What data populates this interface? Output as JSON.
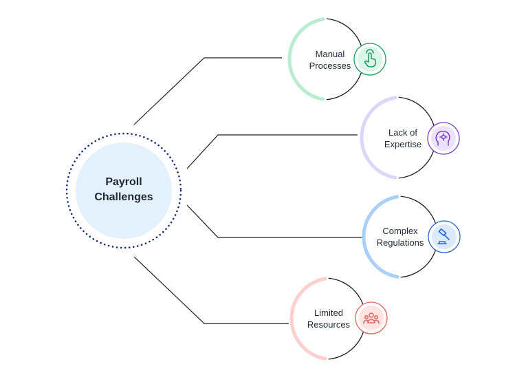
{
  "center": {
    "line1": "Payroll",
    "line2": "Challenges"
  },
  "challenges": [
    {
      "line1": "Manual",
      "line2": "Processes",
      "icon": "pointer-hand-icon",
      "accent": "#b9ecd0",
      "dark": "#1e9e63",
      "iconBg": "#d9f6e7"
    },
    {
      "line1": "Lack of",
      "line2": "Expertise",
      "icon": "brain-gear-icon",
      "accent": "#ddd6fb",
      "dark": "#7b3fd0",
      "iconBg": "#ebe3fb"
    },
    {
      "line1": "Complex",
      "line2": "Regulations",
      "icon": "gavel-icon",
      "accent": "#a9cffb",
      "dark": "#2a66d9",
      "iconBg": "#dbe9fc"
    },
    {
      "line1": "Limited",
      "line2": "Resources",
      "icon": "people-group-icon",
      "accent": "#fdcfcf",
      "dark": "#e0645f",
      "iconBg": "#fde3e1"
    }
  ]
}
